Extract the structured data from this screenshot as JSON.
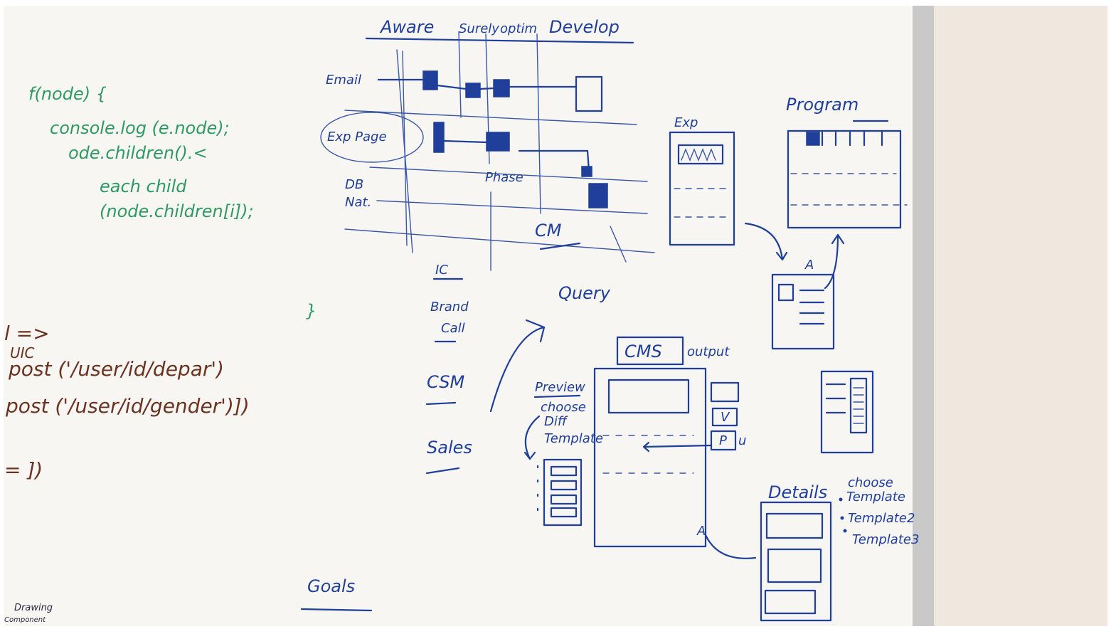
{
  "colors": {
    "board": "#f7f6f2",
    "wall": "#f0e8df",
    "frame": "#c9c9c9",
    "blue_marker": "#1f3f9a",
    "green_marker": "#2e9a62",
    "brown_marker": "#6b3220"
  },
  "matrix": {
    "headers": [
      "Aware",
      "Surely",
      "optim",
      "Develop"
    ],
    "rows": [
      "Email",
      "Exp Page",
      "DB",
      "Nat."
    ],
    "mid_label": "Phase",
    "lower_label": "CM"
  },
  "left_list": [
    "IC",
    "Brand",
    "Call",
    "CSM",
    "Sales"
  ],
  "query_label": "Query",
  "cms": {
    "title": "CMS",
    "output_label": "output",
    "preview_label": "Preview",
    "choose_label": "choose",
    "diff_label": "Diff",
    "template_label": "Template",
    "side_box_labels": [
      "V",
      "P",
      "u"
    ],
    "corner_label": "A"
  },
  "exp_panel": {
    "title": "Exp"
  },
  "program_panel": {
    "title": "Program"
  },
  "a_panel": {
    "label": "A"
  },
  "details": {
    "title": "Details",
    "options": [
      "choose",
      "Template",
      "Template2",
      "Template3"
    ]
  },
  "goals_label": "Goals",
  "green_code": [
    "f(node) {",
    "console.log (e.node);",
    "ode.children().<",
    "each child",
    "(node.children[i]);"
  ],
  "brown_code": [
    "l =>",
    "UIC",
    "post ('/user/id/depar')",
    "post ('/user/id/gender')])",
    "= ])"
  ],
  "corner_note": [
    "Drawing",
    "Component"
  ]
}
